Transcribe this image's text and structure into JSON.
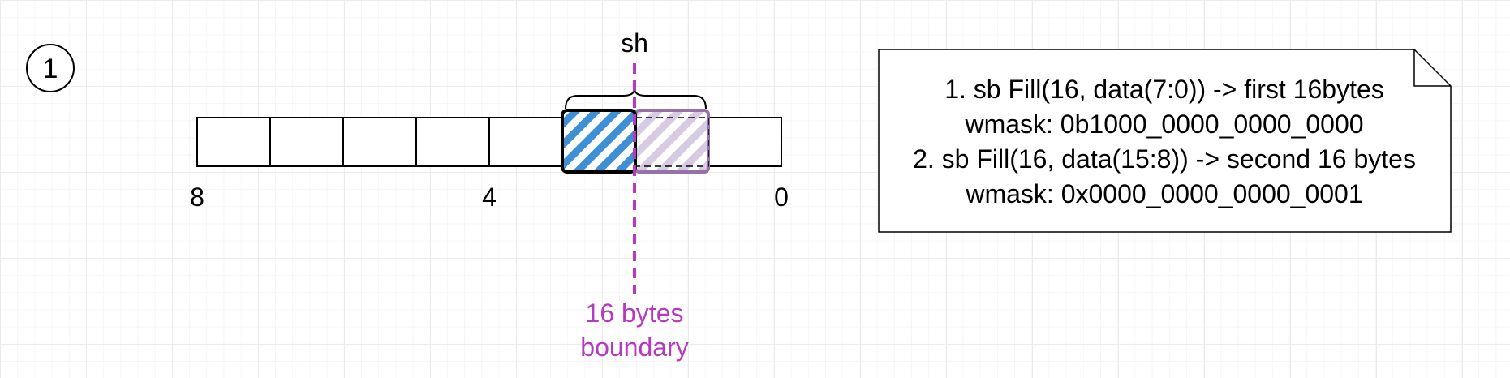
{
  "step_badge": "1",
  "shift_label": "sh",
  "index_labels": {
    "left": "8",
    "middle": "4",
    "right": "0"
  },
  "boundary_label": [
    "16 bytes",
    "boundary"
  ],
  "note_lines": [
    "1. sb Fill(16, data(7:0)) -> first 16bytes",
    "wmask: 0b1000_0000_0000_0000",
    "2. sb Fill(16, data(15:8)) -> second 16 bytes",
    "wmask: 0x0000_0000_0000_0001"
  ],
  "colors": {
    "first_fill": "#3d8fd6",
    "second_fill": "#c6b6d6",
    "second_border": "#9673a6",
    "boundary": "#b43bc0"
  }
}
